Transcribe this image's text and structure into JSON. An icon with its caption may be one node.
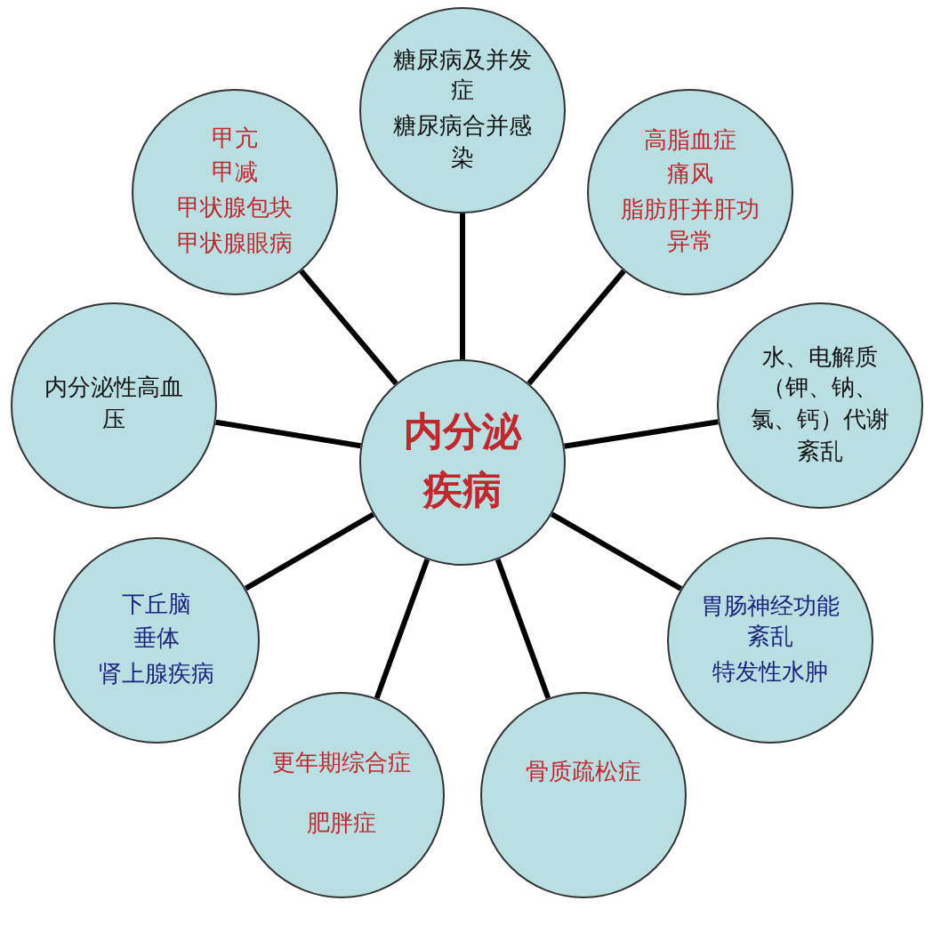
{
  "diagram": {
    "nodes": [
      {
        "text": [
          "糖尿病及并发症",
          "糖尿病合并感染"
        ]
      },
      {
        "text": [
          "甲亢",
          "甲减",
          "甲状腺包块",
          "甲状腺眼病"
        ]
      },
      {
        "text": [
          "高脂血症",
          "痛风",
          "脂肪肝并肝功异常"
        ]
      },
      {
        "text": [
          "内分泌性高血压"
        ]
      },
      {
        "text": [
          "内分泌疾病"
        ]
      },
      {
        "text": [
          "水、电解质（钾、钠、氯、钙）代谢紊乱"
        ]
      },
      {
        "text": [
          "下丘脑",
          "垂体",
          "肾上腺疾病"
        ]
      },
      {
        "text": [
          "胃肠神经功能紊乱",
          "特发性水肿"
        ]
      },
      {
        "text": [
          "更年期综合症",
          "肥胖症"
        ]
      },
      {
        "text": [
          "骨质疏松症"
        ]
      }
    ],
    "edges": [
      {
        "from": 4,
        "to": 0,
        "arrow": "none"
      },
      {
        "from": 4,
        "to": 1,
        "arrow": "none"
      },
      {
        "from": 4,
        "to": 2,
        "arrow": "none"
      },
      {
        "from": 4,
        "to": 3,
        "arrow": "none"
      },
      {
        "from": 4,
        "to": 5,
        "arrow": "none"
      },
      {
        "from": 4,
        "to": 6,
        "arrow": "none"
      },
      {
        "from": 4,
        "to": 7,
        "arrow": "none"
      },
      {
        "from": 4,
        "to": 8,
        "arrow": "none"
      },
      {
        "from": 4,
        "to": 9,
        "arrow": "none"
      }
    ]
  }
}
